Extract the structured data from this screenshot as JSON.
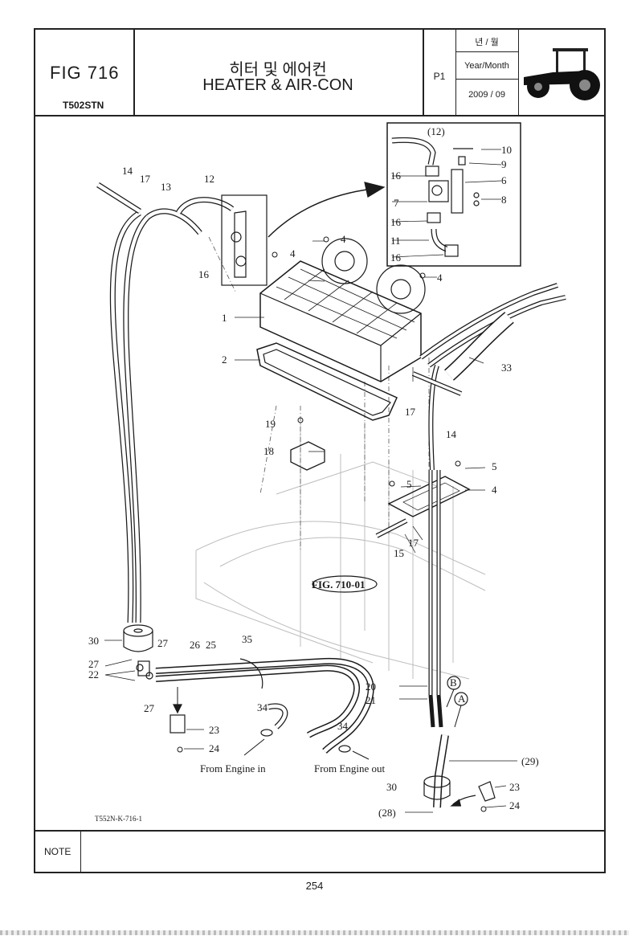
{
  "header": {
    "fig_no": "FIG 716",
    "model": "T502STN",
    "title_ko": "히터 및 에어컨",
    "title_en": "HEATER & AIR-CON",
    "page_code": "P1",
    "year_month_ko": "년 / 월",
    "year_month_en": "Year/Month",
    "year_month_value": "2009 / 09",
    "logo_icon": "tractor-icon"
  },
  "diagram": {
    "callouts": {
      "c1": "1",
      "c2": "2",
      "c4a": "4",
      "c4b": "4",
      "c4c": "4",
      "c5a": "5",
      "c5b": "5",
      "c12": "12",
      "c13": "13",
      "c14a": "14",
      "c14b": "14",
      "c15": "15",
      "c16": "16",
      "c17a": "17",
      "c17b": "17",
      "c17c": "17",
      "c18": "18",
      "c19": "19",
      "c20": "20",
      "c21": "21",
      "c22": "22",
      "c23a": "23",
      "c23b": "23",
      "c24a": "24",
      "c24b": "24",
      "c25": "25",
      "c26": "26",
      "c27a": "27",
      "c27b": "27",
      "c27c": "27",
      "c28": "(28)",
      "c29": "(29)",
      "c30a": "30",
      "c30b": "30",
      "c33": "33",
      "c34a": "34",
      "c34b": "34",
      "c35": "35"
    },
    "detail_callouts": {
      "d12": "(12)",
      "d10": "10",
      "d9": "9",
      "d6": "6",
      "d8": "8",
      "d16a": "16",
      "d7": "7",
      "d16b": "16",
      "d11": "11",
      "d16c": "16"
    },
    "connector_a": "A",
    "connector_b": "B",
    "ref_fig": "FIG. 710-01",
    "engine_in": "From Engine in",
    "engine_out": "From Engine out",
    "drawing_code": "T552N-K-716-1"
  },
  "footer": {
    "note_label": "NOTE",
    "page_number": "254"
  }
}
